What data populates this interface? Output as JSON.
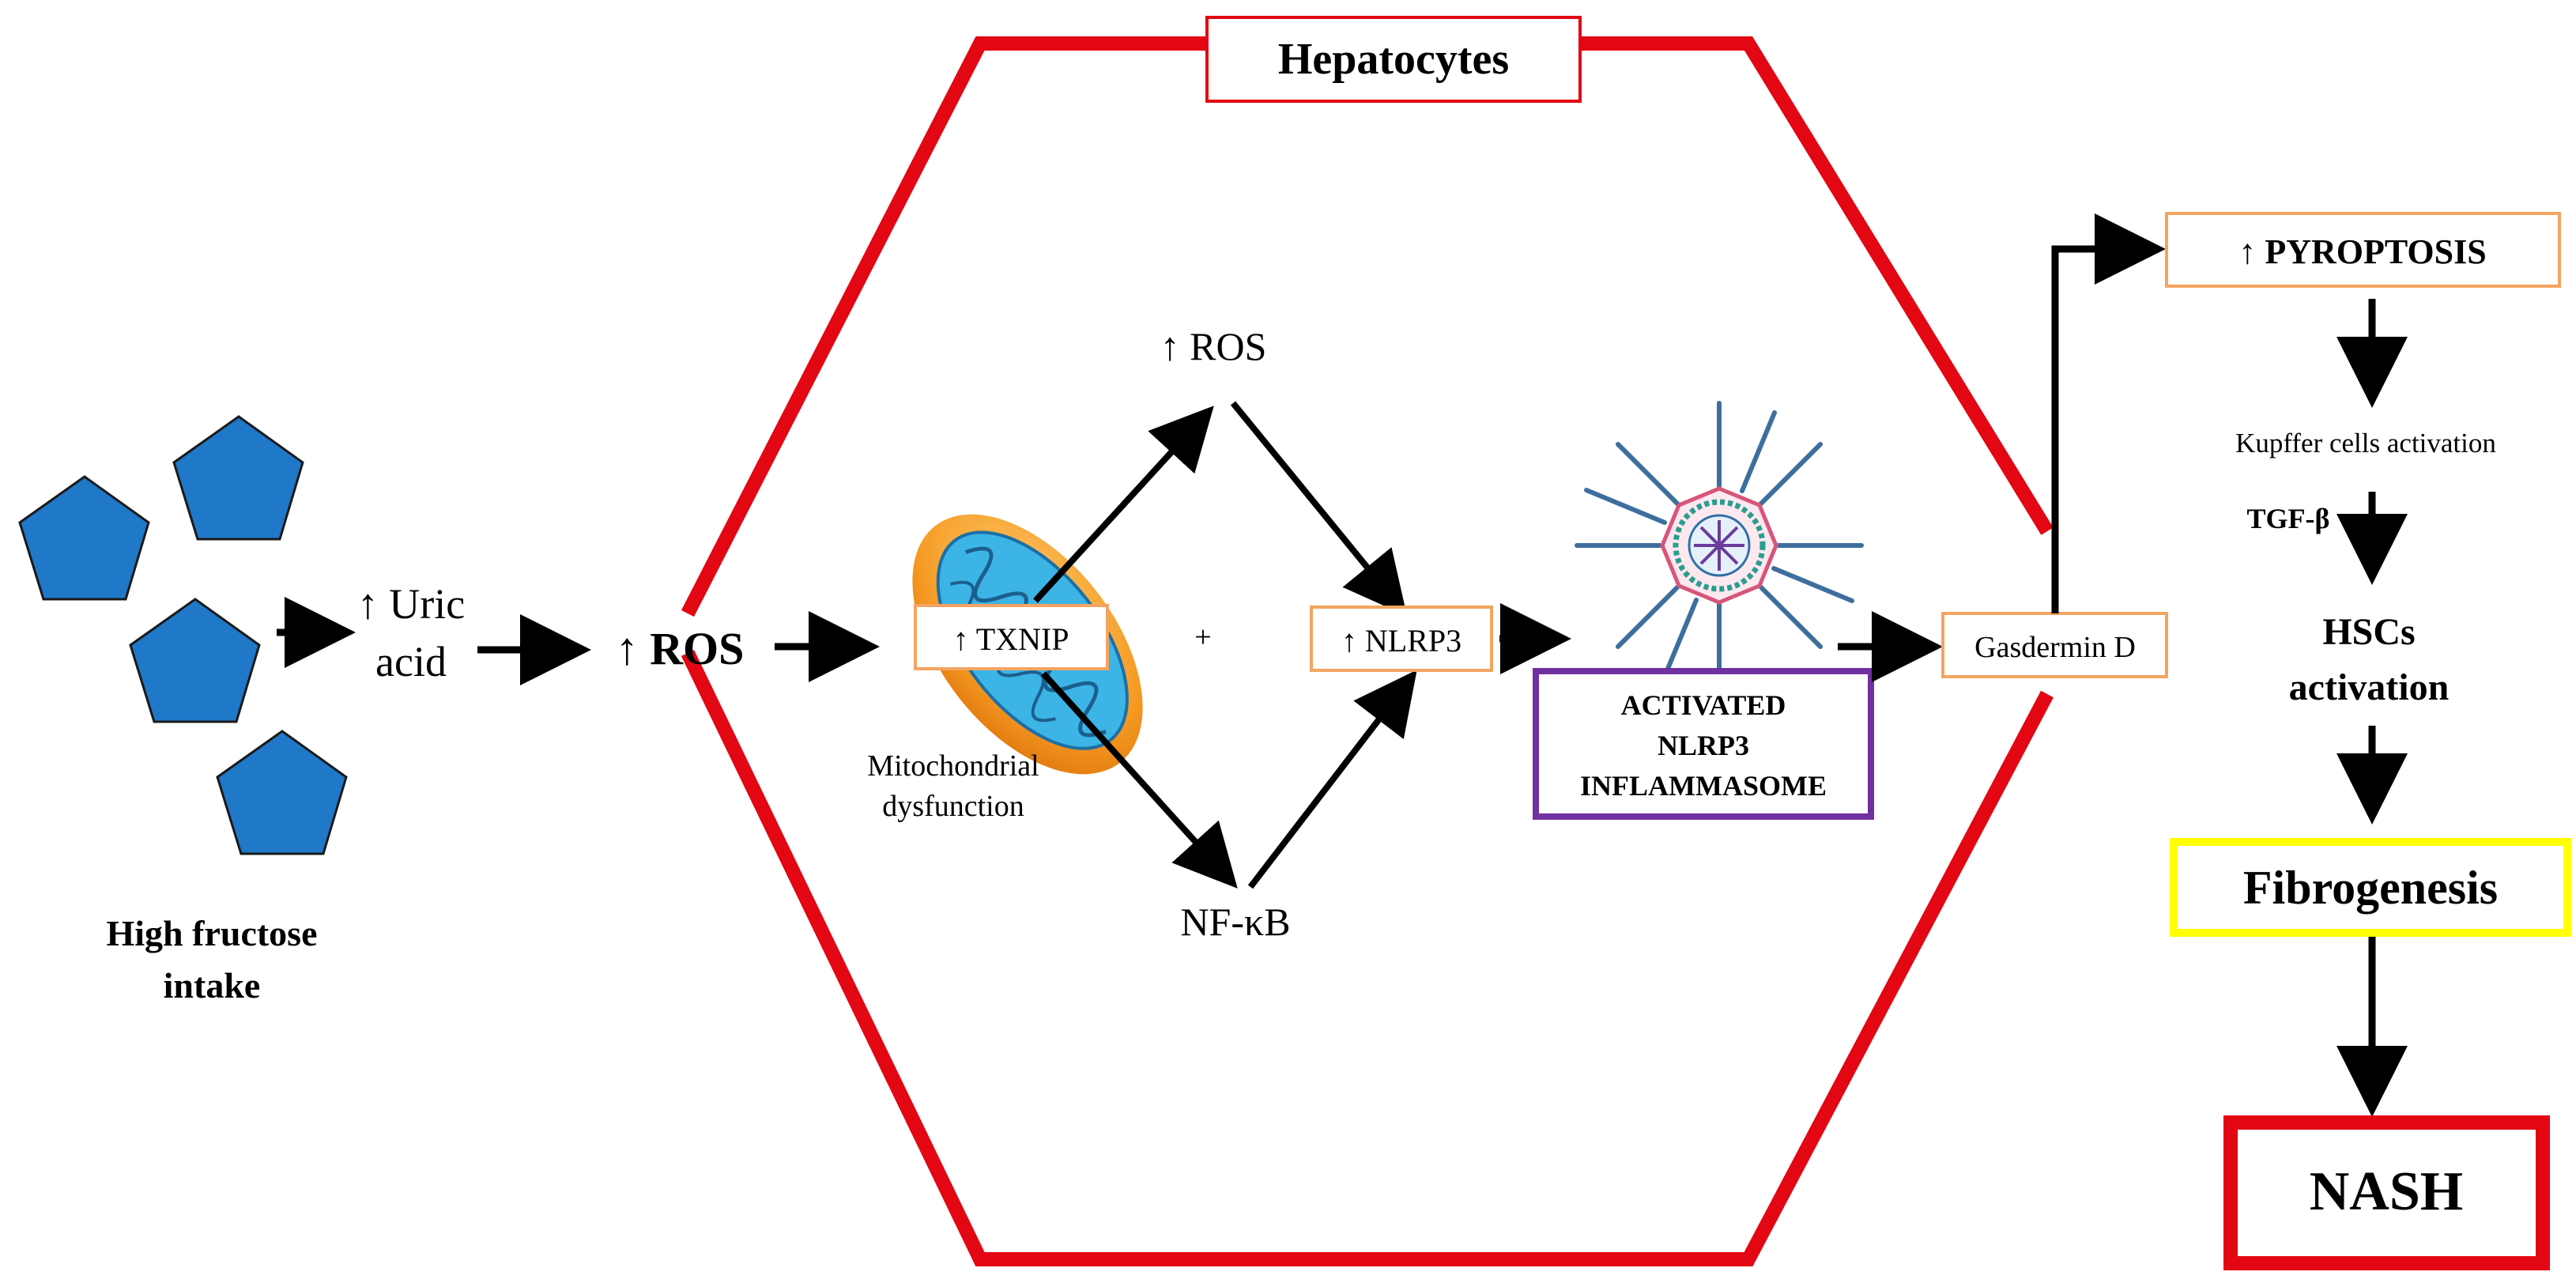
{
  "labels": {
    "hepatocytes": "Hepatocytes",
    "fructose_line1": "High fructose",
    "fructose_line2": "intake",
    "uric_line1": "↑ Uric",
    "uric_line2": "acid",
    "ros_main": "↑ ROS",
    "ros_upper": "↑ ROS",
    "txnip": "↑ TXNIP",
    "plus": "+",
    "nlrp3": "↑ NLRP3",
    "nfkb": "NF-κB",
    "mito_line1": "Mitochondrial",
    "mito_line2": "dysfunction",
    "inflammasome_line1": "ACTIVATED",
    "inflammasome_line2": "NLRP3",
    "inflammasome_line3": "INFLAMMASOME",
    "gasdermin": "Gasdermin D",
    "pyroptosis": "↑ PYROPTOSIS",
    "kupffer": "Kupffer cells activation",
    "tgf": "TGF-β",
    "hsc_line1": "HSCs",
    "hsc_line2": "activation",
    "fibrogenesis": "Fibrogenesis",
    "nash": "NASH"
  },
  "icons": {
    "fructose": "pentagon-icon",
    "mitochondrion": "mitochondrion-icon",
    "inflammasome": "inflammasome-icon"
  },
  "colors": {
    "hepatocyte_border": "#e30613",
    "box_orange": "#f4a460",
    "pentagon_fill": "#1f78c8",
    "inflammasome_border": "#7030a0",
    "fibrogenesis_border": "#ffff00",
    "nash_border": "#e30613"
  }
}
